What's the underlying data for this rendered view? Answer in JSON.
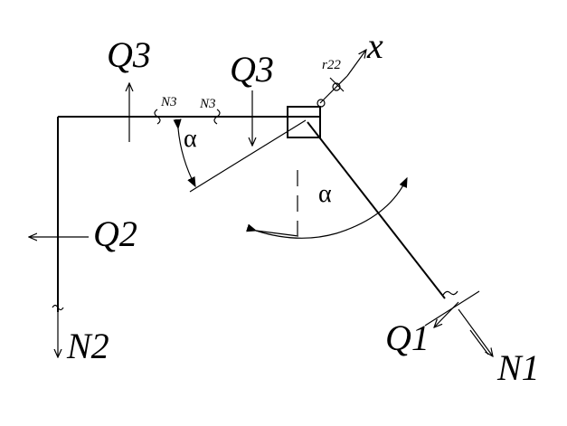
{
  "labels": {
    "q3_left": "Q3",
    "q3_right": "Q3",
    "q2": "Q2",
    "q1": "Q1",
    "n1": "N1",
    "n2": "N2",
    "n3_left": "N3",
    "n3_right": "N3",
    "r22": "r22",
    "x_axis": "x",
    "alpha_left": "α",
    "alpha_right": "α"
  }
}
